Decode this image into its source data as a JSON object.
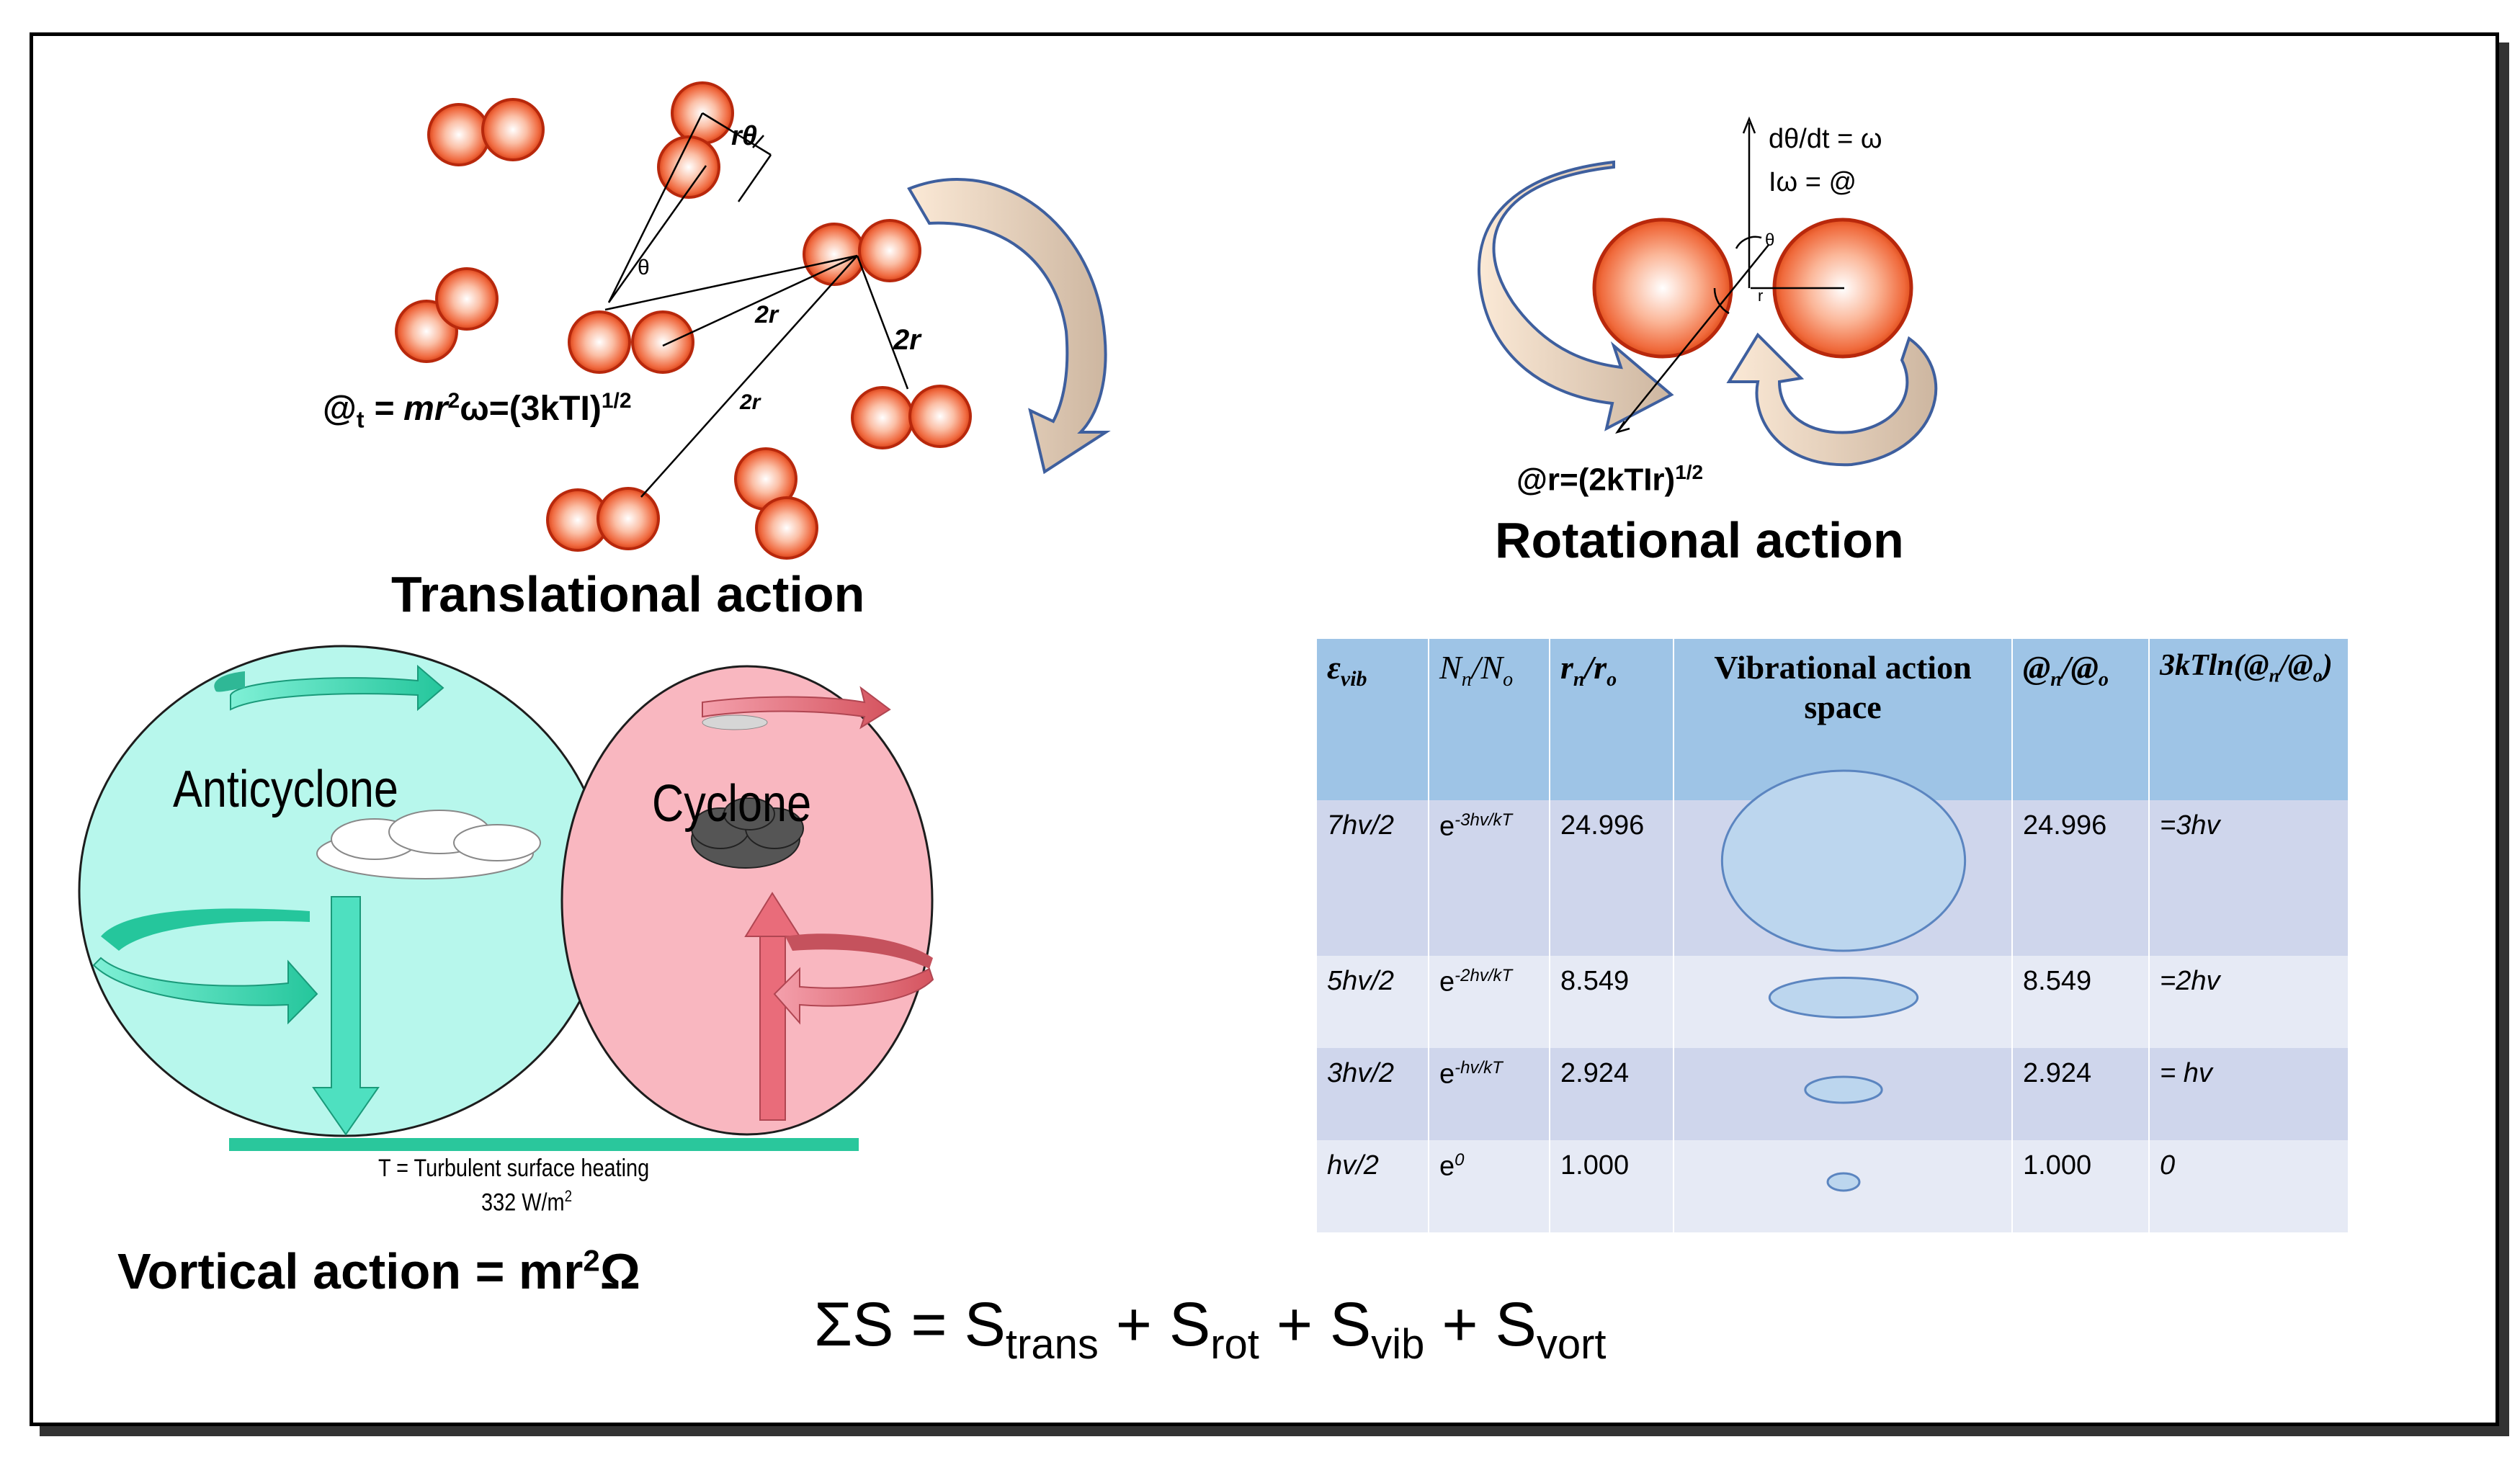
{
  "translational": {
    "title": "Translational action",
    "formula_prefix": "@",
    "formula_sub": "t",
    "formula_main": " = mr",
    "formula_sq": "2",
    "formula_rest": "ω=(3kTI)",
    "formula_exp": "1/2",
    "theta_label": "θ",
    "rtheta_label": "rθ",
    "two_r_labels": [
      "2r",
      "2r",
      "2r"
    ]
  },
  "rotational": {
    "title": "Rotational action",
    "line1": "dθ/dt = ω",
    "line2": "Iω =  @",
    "formula": "@r=(2kTIr)",
    "formula_exp": "1/2",
    "theta_label": "θ",
    "r_label": "r"
  },
  "vortical": {
    "title_prefix": "Vortical action = mr",
    "title_sq": "2",
    "title_suffix": "Ω",
    "anticyclone": "Anticyclone",
    "cyclone": "Cyclone",
    "surface_line1": "T = Turbulent surface heating",
    "surface_line2": "332 W/m",
    "surface_sq": "2"
  },
  "table": {
    "headers": [
      {
        "main": "ε",
        "sub": "vib"
      },
      {
        "main": "N",
        "sub": "n",
        "mid": "/N",
        "sub2": "o"
      },
      {
        "main": "r",
        "sub": "n",
        "mid": "/r",
        "sub2": "o"
      },
      {
        "main": "Vibrational action space"
      },
      {
        "main": "@",
        "sub": "n",
        "mid": "/@",
        "sub2": "o"
      },
      {
        "main": "3kTln(@",
        "sub": "n",
        "mid": "/@",
        "sub2": "o",
        "end": ")"
      }
    ],
    "rows": [
      {
        "energy": "7hv/2",
        "ratio_base": "e",
        "ratio_exp": "-3hv/kT",
        "r": "24.996",
        "at": "24.996",
        "action": "=3hv",
        "space_rx": 0.92,
        "space_ry": 0.55
      },
      {
        "energy": "5hv/2",
        "ratio_base": "e",
        "ratio_exp": "-2hv/kT",
        "r": "8.549",
        "at": "8.549",
        "action": "=2hv",
        "space_rx": 0.56,
        "space_ry": 0.55
      },
      {
        "energy": "3hv/2",
        "ratio_base": "e",
        "ratio_exp": "-hv/kT",
        "r": "2.924",
        "at": "2.924",
        "action": "= hv",
        "space_rx": 0.29,
        "space_ry": 0.36
      },
      {
        "energy": "hv/2",
        "ratio_base": "e",
        "ratio_exp": "0",
        "r": "1.000",
        "at": "1.000",
        "action": "0",
        "space_rx": 0.12,
        "space_ry": 0.24
      }
    ]
  },
  "equation": {
    "lead": "ΣS = S",
    "t1": "trans",
    "p1": " + S",
    "t2": "rot",
    "p2": " + S",
    "t3": "vib",
    "p3": " + S",
    "t4": "vort"
  },
  "colors": {
    "molecule_edge": "#b8280c",
    "molecule_core": "#ffffff",
    "molecule_mid": "#f58a6a",
    "anticyclone_fill": "#b7f7ec",
    "cyclone_fill": "#f9b7c0",
    "teal_arrow": "#3fd6b4",
    "red_arrow": "#e0707e",
    "ground_bar": "#2ac79c",
    "rot_arrow_fill": "#f6dcc4",
    "rot_arrow_edge": "#3e5f9e",
    "table_header": "#9ec4e6",
    "table_row_dark": "#cfd6ec",
    "table_row_light": "#e6eaf5",
    "ellipse_fill": "#bcd6ee",
    "ellipse_edge": "#5b85c0"
  }
}
